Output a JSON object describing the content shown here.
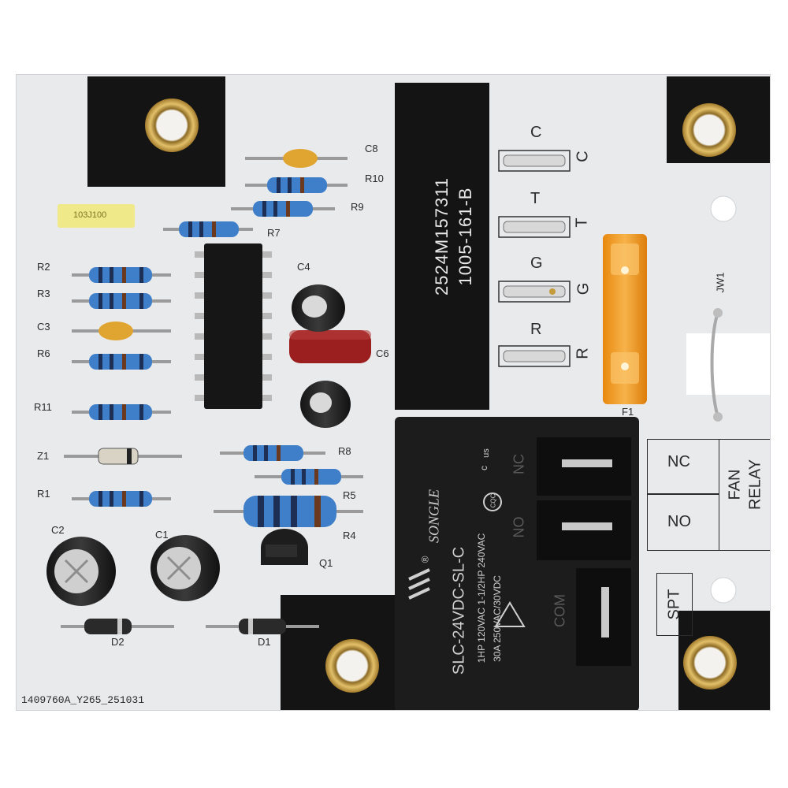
{
  "board": {
    "part_number": "2524M157311",
    "revision": "1005-161-B",
    "serial": "1409760A_Y265_251031"
  },
  "components": {
    "resistors": [
      "R2",
      "R3",
      "R6",
      "R11",
      "R1",
      "R7",
      "R8",
      "R5",
      "R4",
      "R10",
      "R9"
    ],
    "capacitors": [
      "C8",
      "C3",
      "C4",
      "C6",
      "C2",
      "C1"
    ],
    "diodes": [
      "Z1",
      "D2",
      "D1"
    ],
    "transistor": "Q1",
    "fuse": "F1",
    "jumper": "JW1",
    "yellow_cap_marking": "103J100"
  },
  "terminals": {
    "pins": [
      {
        "top": "C",
        "side": "C"
      },
      {
        "top": "T",
        "side": "T"
      },
      {
        "top": "G",
        "side": "G"
      },
      {
        "top": "R",
        "side": "R"
      }
    ]
  },
  "relay_block": {
    "nc": "NC",
    "no": "NO",
    "spt": "SPT",
    "fan": "FAN",
    "relay": "RELAY"
  },
  "relay": {
    "brand": "SONGLE",
    "model": "SLC-24VDC-SL-C",
    "rating_1": "1HP 120VAC 1-1/2HP 240VAC",
    "rating_2": "30A  250VAC/30VDC",
    "nc_mark": "NC",
    "no_mark": "NO",
    "com_mark": "COM",
    "ul_mark": "c",
    "ul_us": "us",
    "cqc_mark": "CQC",
    "reg_mark": "®"
  },
  "colors": {
    "board": "#e9eaec",
    "mask_black": "#141414",
    "resistor_body": "#3f7ec9",
    "relay_body": "#1c1c1d",
    "fuse": "#f29a1c",
    "brass": "#c59a3b"
  }
}
